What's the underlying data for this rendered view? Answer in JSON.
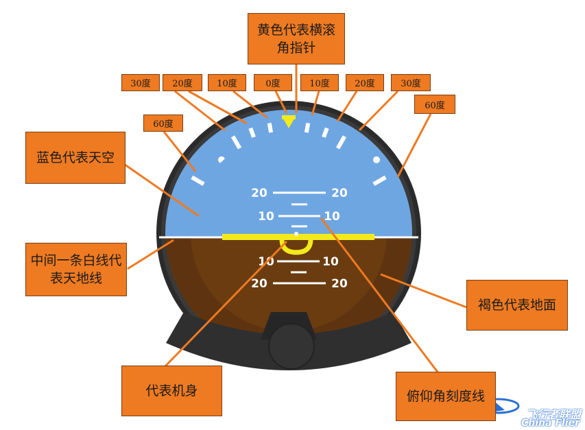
{
  "labels": {
    "roll_pointer": "黄色代表横滚角指针",
    "sky": "蓝色代表天空",
    "horizon": "中间一条白线代表天地线",
    "ground": "褐色代表地面",
    "aircraft": "代表机身",
    "pitch_lines": "俯仰角刻度线"
  },
  "roll_scale": {
    "left_30": "30度",
    "left_20": "20度",
    "left_10": "10度",
    "zero": "0度",
    "right_10": "10度",
    "right_20": "20度",
    "right_30": "30度",
    "left_60": "60度",
    "right_60": "60度"
  },
  "pitch_ladder": {
    "up_20": "20",
    "up_10": "10",
    "down_10": "10",
    "down_20": "20"
  },
  "watermark": {
    "cn": "飞行者联盟",
    "en": "China Flier"
  },
  "colors": {
    "sky": "#6ea6e2",
    "ground": "#6b3c10",
    "box": "#ee7a22",
    "pointer": "#f3ea1c",
    "bezel": "#2b2b2b"
  }
}
